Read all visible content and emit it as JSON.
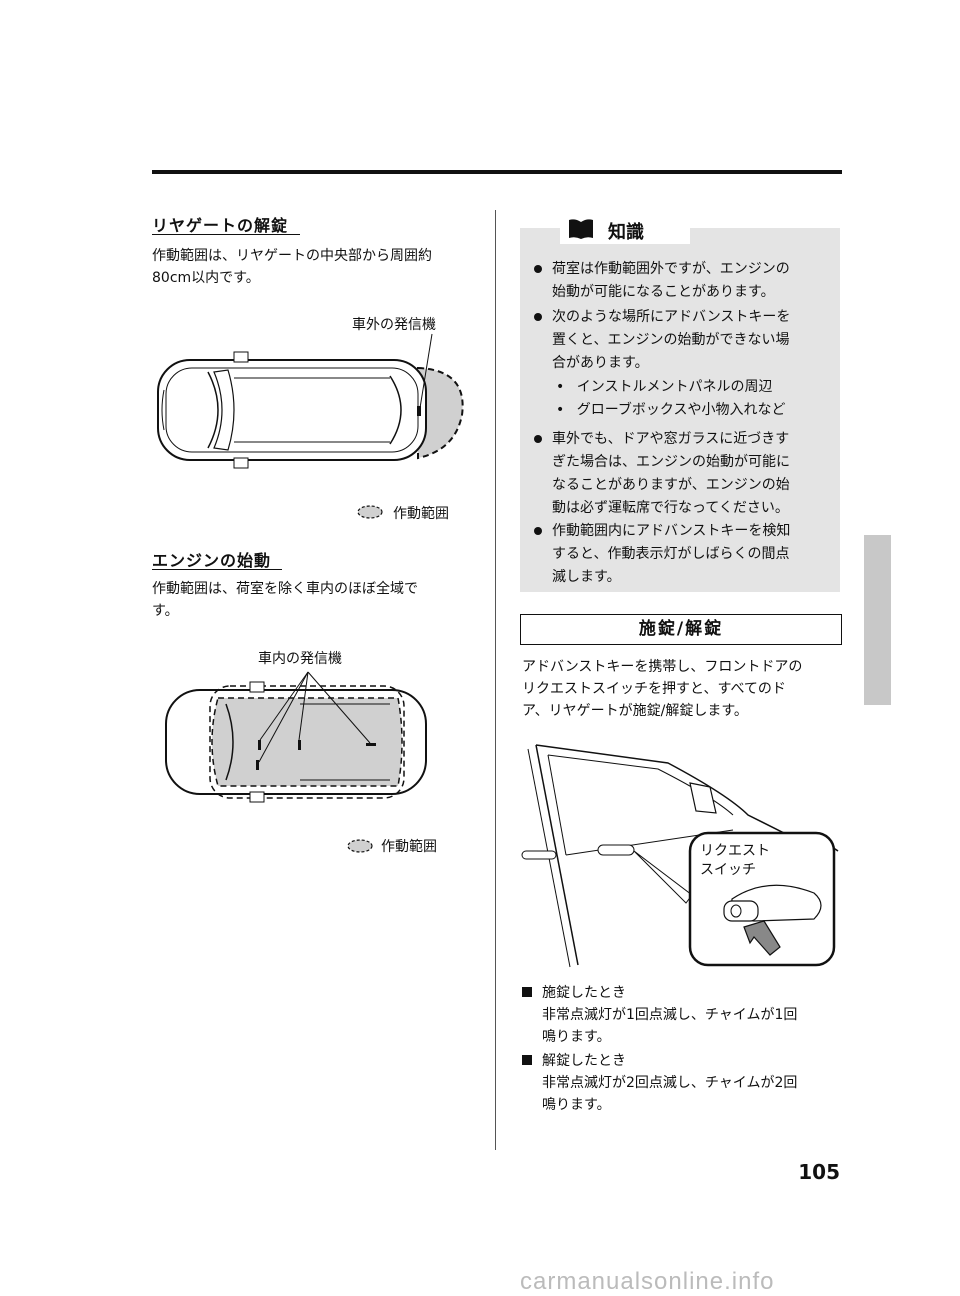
{
  "left": {
    "sec1": {
      "title": "リヤゲートの解錠",
      "text1": "作動範囲は、リヤゲートの中央部から周囲約",
      "text2": "80cm以内です。",
      "fig_callout": "車外の発信機",
      "fig_legend": "作動範囲"
    },
    "sec2": {
      "title": "エンジンの始動",
      "text1": "作動範囲は、荷室を除く車内のほぼ全域で",
      "text2": "す。",
      "fig_callout": "車内の発信機",
      "fig_legend": "作動範囲"
    }
  },
  "info": {
    "title": "知識",
    "items": [
      {
        "lines": [
          "荷室は作動範囲外ですが、エンジンの",
          "始動が可能になることがあります。"
        ]
      },
      {
        "lines": [
          "次のような場所にアドバンストキーを",
          "置くと、エンジンの始動ができない場",
          "合があります。"
        ]
      },
      {
        "lines": [
          "車外でも、ドアや窓ガラスに近づきす",
          "ぎた場合は、エンジンの始動が可能に",
          "なることがありますが、エンジンの始",
          "動は必ず運転席で行なってください。"
        ]
      },
      {
        "lines": [
          "作動範囲内にアドバンストキーを検知",
          "すると、作動表示灯がしばらくの間点",
          "滅します。"
        ]
      }
    ],
    "subitems": [
      "インストルメントパネルの周辺",
      "グローブボックスや小物入れなど"
    ]
  },
  "lock": {
    "title": "施錠/解錠",
    "text": [
      "アドバンストキーを携帯し、フロントドアの",
      "リクエストスイッチを押すと、すべてのド",
      "ア、リヤゲートが施錠/解錠します。"
    ],
    "callout1": "リクエスト",
    "callout2": "スイッチ",
    "cases": [
      {
        "head": "施錠したとき",
        "lines": [
          "非常点滅灯が1回点滅し、チャイムが1回",
          "鳴ります。"
        ]
      },
      {
        "head": "解錠したとき",
        "lines": [
          "非常点滅灯が2回点滅し、チャイムが2回",
          "鳴ります。"
        ]
      }
    ]
  },
  "page_number": "105",
  "watermark": "carmanualsonline.info",
  "colors": {
    "info_bg": "#e4e4e4",
    "range_fill": "#d0d0d0",
    "tab": "#c8c8c8"
  }
}
